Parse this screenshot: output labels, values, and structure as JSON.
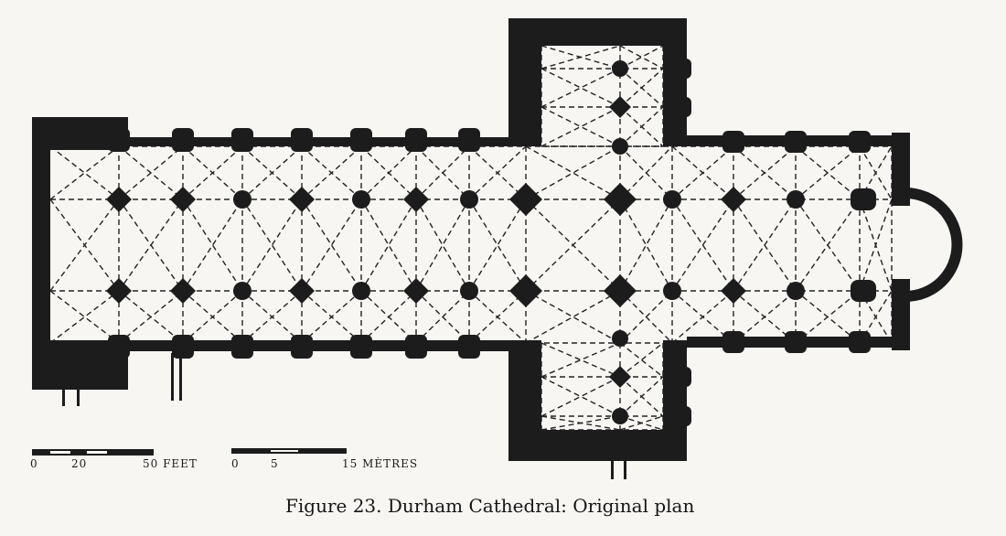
{
  "caption": "Figure 23. Durham Cathedral: Original plan",
  "scale_feet": {
    "labels": [
      "0",
      "20",
      "50 FEET"
    ]
  },
  "scale_metres": {
    "labels": [
      "0",
      "5",
      "15 MÈTRES"
    ]
  },
  "colors": {
    "ink": "#1c1c1c",
    "paper": "#f7f6f3"
  }
}
